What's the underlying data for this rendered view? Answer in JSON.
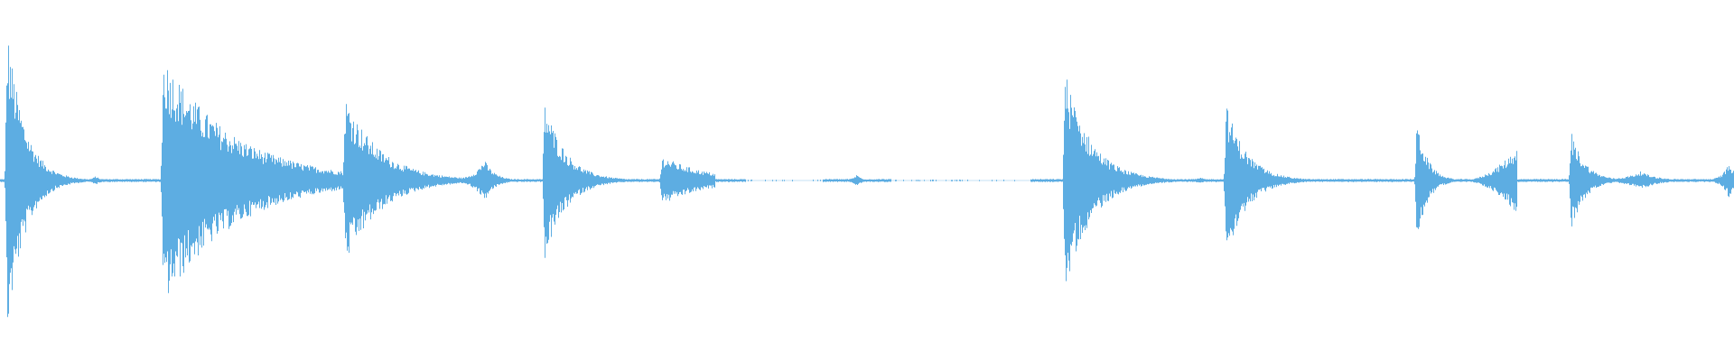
{
  "waveform": {
    "color": "#5dade2",
    "background": "#ffffff",
    "baseline_level": 0.01,
    "events": [
      {
        "name": "burst-1",
        "position": 0.004,
        "amplitude": 1.0,
        "decay": 0.01,
        "type": "spike"
      },
      {
        "name": "burst-2",
        "position": 0.055,
        "amplitude": 0.03,
        "decay": 0.003,
        "type": "blip"
      },
      {
        "name": "burst-3",
        "position": 0.094,
        "amplitude": 0.82,
        "decay": 0.04,
        "type": "spike"
      },
      {
        "name": "burst-4",
        "position": 0.166,
        "amplitude": 0.18,
        "decay": 0.004,
        "type": "blip"
      },
      {
        "name": "burst-5",
        "position": 0.199,
        "amplitude": 0.55,
        "decay": 0.02,
        "type": "spike"
      },
      {
        "name": "burst-6",
        "position": 0.279,
        "amplitude": 0.14,
        "decay": 0.006,
        "type": "blip"
      },
      {
        "name": "burst-7",
        "position": 0.314,
        "amplitude": 0.52,
        "decay": 0.012,
        "type": "spike"
      },
      {
        "name": "burst-8",
        "position": 0.382,
        "amplitude": 0.16,
        "decay": 0.025,
        "type": "swell"
      },
      {
        "name": "burst-9",
        "position": 0.494,
        "amplitude": 0.04,
        "decay": 0.003,
        "type": "blip"
      },
      {
        "name": "burst-10",
        "position": 0.614,
        "amplitude": 0.72,
        "decay": 0.015,
        "type": "spike"
      },
      {
        "name": "burst-11",
        "position": 0.692,
        "amplitude": 0.02,
        "decay": 0.004,
        "type": "blip"
      },
      {
        "name": "burst-12",
        "position": 0.707,
        "amplitude": 0.5,
        "decay": 0.012,
        "type": "spike"
      },
      {
        "name": "burst-13",
        "position": 0.817,
        "amplitude": 0.4,
        "decay": 0.006,
        "type": "spike"
      },
      {
        "name": "burst-14",
        "position": 0.872,
        "amplitude": 0.22,
        "decay": 0.04,
        "type": "swell-rise"
      },
      {
        "name": "burst-15",
        "position": 0.906,
        "amplitude": 0.32,
        "decay": 0.008,
        "type": "spike"
      },
      {
        "name": "burst-16",
        "position": 0.946,
        "amplitude": 0.06,
        "decay": 0.01,
        "type": "blip"
      },
      {
        "name": "burst-17",
        "position": 0.997,
        "amplitude": 0.12,
        "decay": 0.004,
        "type": "blip"
      }
    ],
    "silent_ranges": [
      [
        0.07,
        0.09
      ],
      [
        0.43,
        0.61
      ],
      [
        0.59,
        0.612
      ]
    ]
  }
}
